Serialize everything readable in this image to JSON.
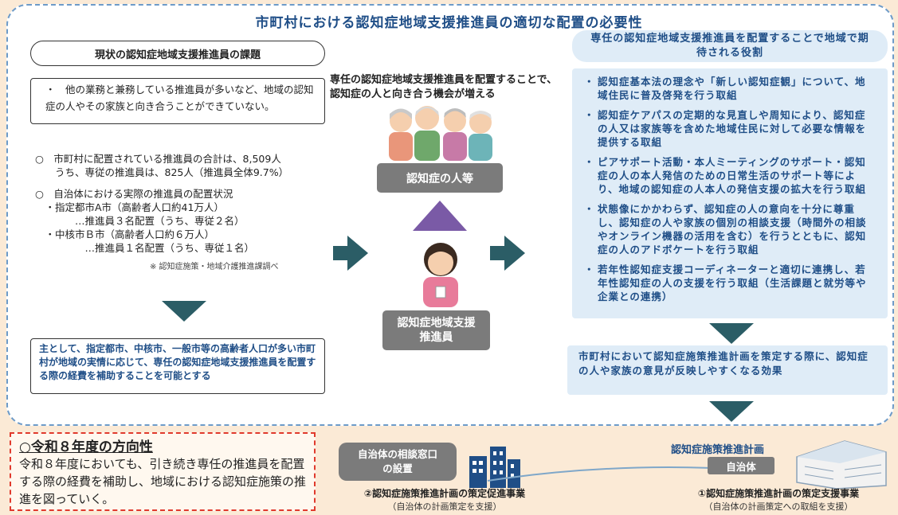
{
  "title": "市町村における認知症地域支援推進員の適切な配置の必要性",
  "left": {
    "header": "現状の認知症地域支援推進員の課題",
    "issue": "・　他の業務と兼務している推進員が多いなど、地域の認知症の人やその家族と向き合うことができていない。",
    "stats": [
      "○　市町村に配置されている推進員の合計は、8,509人",
      "　　うち、専従の推進員は、825人（推進員全体9.7%）",
      "",
      "○　自治体における実際の推進員の配置状況",
      "　・指定都市A市（高齢者人口約41万人）",
      "　　　　…推進員３名配置（うち、専従２名）",
      "　・中核市Ｂ市（高齢者人口約６万人）",
      "　　　　　…推進員１名配置（うち、専従１名）"
    ],
    "source": "※ 認知症施策・地域介護推進課調べ",
    "result": "主として、指定都市、中核市、一般市等の高齢者人口が多い市町村が地域の実情に応じて、専任の認知症地域支援推進員を配置する際の経費を補助することを可能とする"
  },
  "center": {
    "caption": "専任の認知症地域支援推進員を配置することで、認知症の人と向き合う機会が増える",
    "people_label": "認知症の人等",
    "staff_label": "認知症地域支援推進員"
  },
  "right": {
    "header": "専任の認知症地域支援推進員を配置することで地域で期待される役割",
    "roles": [
      "認知症基本法の理念や「新しい認知症観」について、地域住民に普及啓発を行う取組",
      "認知症ケアパスの定期的な見直しや周知により、認知症の人又は家族等を含めた地域住民に対して必要な情報を提供する取組",
      "ピアサポート活動・本人ミーティングのサポート・認知症の人の本人発信のための日常生活のサポート等により、地域の認知症の人本人の発信支援の拡大を行う取組",
      "状態像にかかわらず、認知症の人の意向を十分に尊重し、認知症の人や家族の個別の相談支援（時間外の相談やオンライン機器の活用を含む）を行うとともに、認知症の人のアドボケートを行う取組",
      "若年性認知症支援コーディネーターと適切に連携し、若年性認知症の人の支援を行う取組（生活課題と就労等や企業との連携）"
    ],
    "effect": "市町村において認知症施策推進計画を策定する際に、認知症の人や家族の意見が反映しやすくなる効果"
  },
  "bottom": {
    "direction_title": "○令和８年度の方向性",
    "direction_body": "令和８年度においても、引き続き専任の推進員を配置する際の経費を補助し、地域における認知症施策の推進を図っていく。",
    "consult_label": "自治体の相談窓口の設置",
    "project2": "②認知症施策推進計画の策定促進事業",
    "project2_sub": "（自治体の計画策定を支援）",
    "plan_label": "認知症施策推進計画",
    "jichitai": "自治体",
    "project1": "①認知症施策推進計画の策定支援事業",
    "project1_sub": "（自治体の計画策定への取組を支援）"
  },
  "colors": {
    "title": "#1f4e87",
    "arrow": "#2b5d66",
    "role_bg": "#dfecf7",
    "direction_border": "#e03a2d"
  }
}
